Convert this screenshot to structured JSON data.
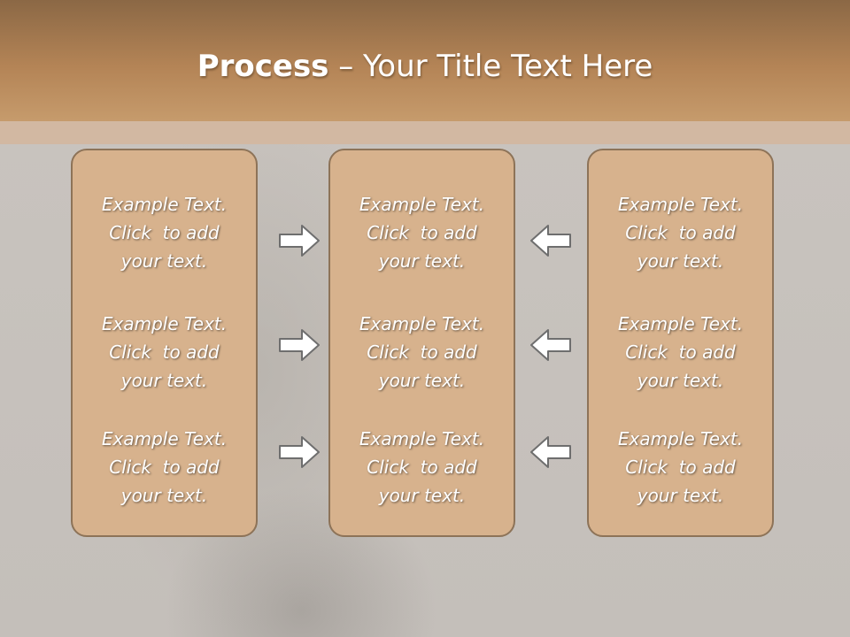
{
  "title": {
    "bold": "Process",
    "rest": " – Your Title Text Here"
  },
  "columns": [
    {
      "items": [
        "Example Text.\nClick  to add\nyour text.",
        "Example Text.\nClick  to add\nyour text.",
        "Example Text.\nClick  to add\nyour text."
      ]
    },
    {
      "items": [
        "Example Text.\nClick  to add\nyour text.",
        "Example Text.\nClick  to add\nyour text.",
        "Example Text.\nClick  to add\nyour text."
      ]
    },
    {
      "items": [
        "Example Text.\nClick  to add\nyour text.",
        "Example Text.\nClick  to add\nyour text.",
        "Example Text.\nClick  to add\nyour text."
      ]
    }
  ],
  "arrows": {
    "left_group": "right-arrow-icon",
    "right_group": "left-arrow-icon"
  },
  "colors": {
    "header": "#b48456",
    "box_fill": "#d7b28d",
    "box_border": "#8d7358",
    "background": "#c7c2bd"
  }
}
